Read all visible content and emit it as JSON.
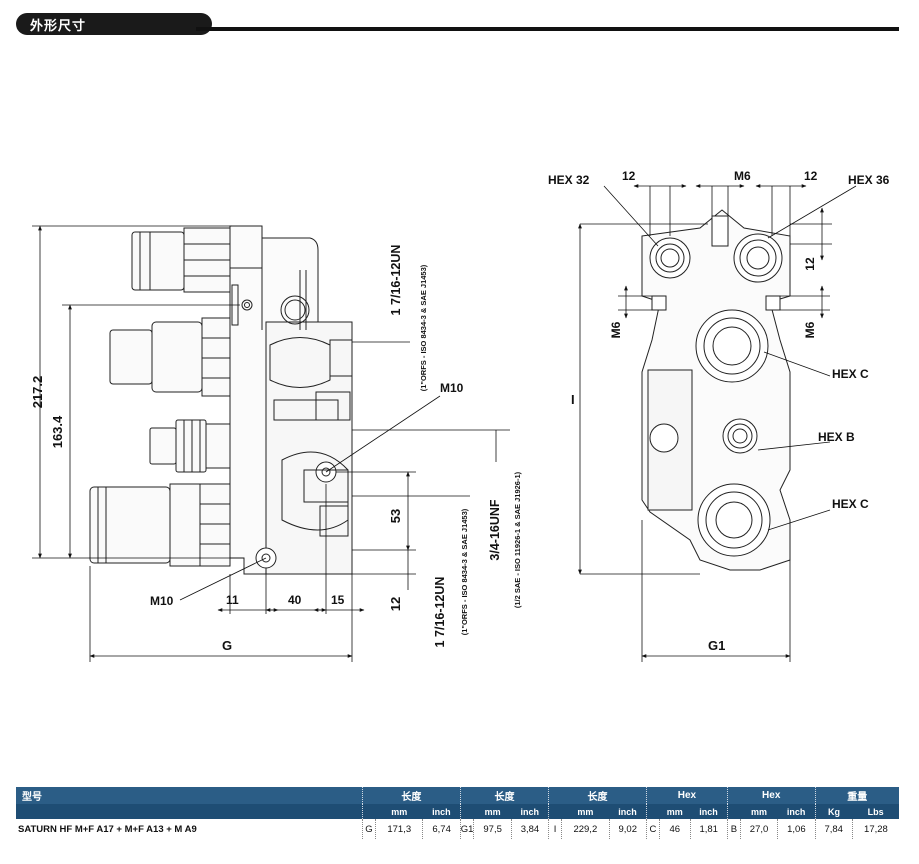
{
  "header": {
    "title": "外形尺寸"
  },
  "drawing": {
    "left_view": {
      "overall_height": "217.2",
      "lower_height": "163.4",
      "port_top_thread": "1 7/16-12UN",
      "port_top_std": "(1\"ORFS - ISO 8434-3 & SAE J1453)",
      "mount_thread_top": "M10",
      "mount_thread_bottom": "M10",
      "port_mid_thread": "3/4-16UNF",
      "port_mid_std": "(1/2 SAE - ISO 11926-1 & SAE J1926-1)",
      "port_bottom_thread": "1 7/16-12UN",
      "port_bottom_std": "(1\"ORFS - ISO 8434-3 & SAE J1453)",
      "dim_53": "53",
      "dim_12": "12",
      "dim_11": "11",
      "dim_40": "40",
      "dim_15": "15",
      "width_label": "G"
    },
    "right_view": {
      "hex32": "HEX 32",
      "hex36": "HEX 36",
      "top_12_left": "12",
      "top_m6": "M6",
      "top_12_right": "12",
      "right_12": "12",
      "m6_left": "M6",
      "m6_right": "M6",
      "hexc_top": "HEX C",
      "hexb": "HEX B",
      "hexc_bottom": "HEX C",
      "height_label": "I",
      "width_label": "G1"
    }
  },
  "table": {
    "headers": {
      "model": "型号",
      "len1": "长度",
      "len2": "长度",
      "len3": "长度",
      "hex1": "Hex",
      "hex2": "Hex",
      "weight": "重量"
    },
    "units": {
      "mm1": "mm",
      "in1": "inch",
      "mm2": "mm",
      "in2": "inch",
      "mm3": "mm",
      "in3": "inch",
      "mm4": "mm",
      "in4": "inch",
      "mm5": "mm",
      "in5": "inch",
      "kg": "Kg",
      "lbs": "Lbs"
    },
    "row": {
      "model": "SATURN HF M+F A17 + M+F A13 + M A9",
      "k1": "G",
      "mm1": "171,3",
      "in1": "6,74",
      "k2": "G1",
      "mm2": "97,5",
      "in2": "3,84",
      "k3": "I",
      "mm3": "229,2",
      "in3": "9,02",
      "k4": "C",
      "mm4": "46",
      "in4": "1,81",
      "k5": "B",
      "mm5": "27,0",
      "in5": "1,06",
      "kg": "7,84",
      "lbs": "17,28"
    }
  }
}
